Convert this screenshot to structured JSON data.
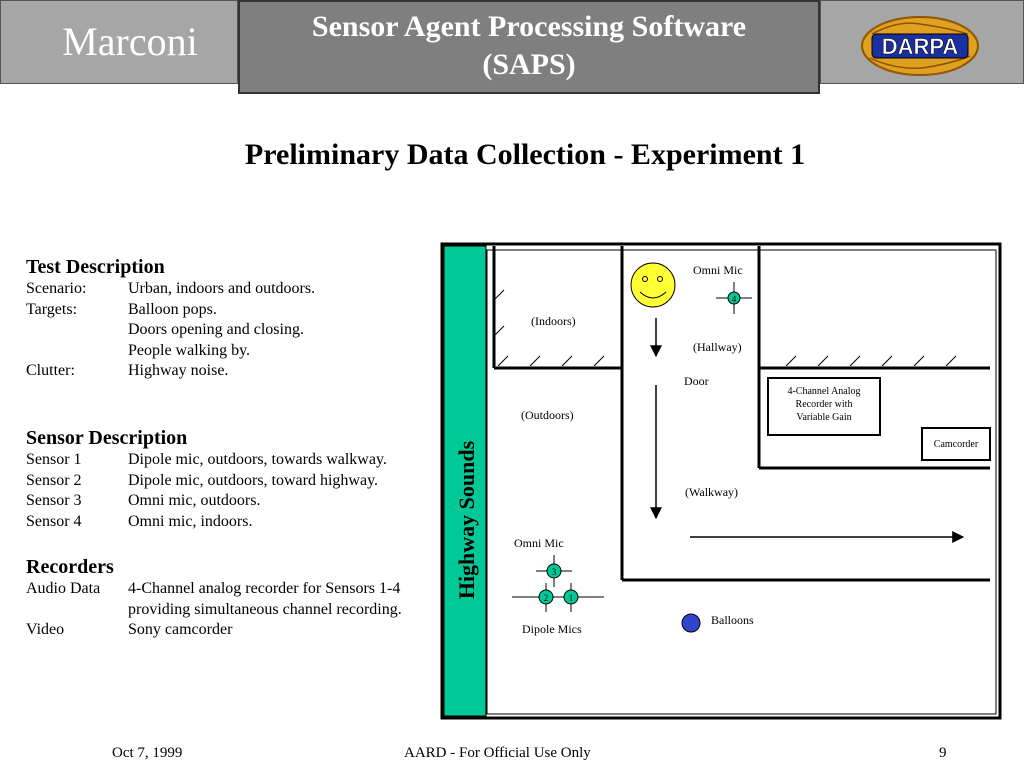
{
  "header": {
    "brand": "Marconi",
    "title_line1": "Sensor Agent Processing Software",
    "title_line2": "(SAPS)",
    "logo_text": "DARPA",
    "colors": {
      "header_side": "#a6a6a6",
      "header_center": "#7f7f7f",
      "highway_strip": "#00c896",
      "balloon": "#3344cc",
      "smiley": "#ffff33"
    }
  },
  "slide_title": "Preliminary Data Collection - Experiment 1",
  "test_description": {
    "title": "Test Description",
    "rows": [
      {
        "label": "Scenario:",
        "value": "Urban, indoors and outdoors."
      },
      {
        "label": "Targets:",
        "value": "Balloon pops."
      },
      {
        "label": "",
        "value": "Doors opening and closing."
      },
      {
        "label": "",
        "value": "People walking by."
      },
      {
        "label": "Clutter:",
        "value": "Highway noise."
      }
    ]
  },
  "sensor_description": {
    "title": "Sensor Description",
    "rows": [
      {
        "label": "Sensor 1",
        "value": "Dipole mic, outdoors, towards walkway."
      },
      {
        "label": "Sensor 2",
        "value": "Dipole mic, outdoors, toward highway."
      },
      {
        "label": "Sensor 3",
        "value": "Omni mic, outdoors."
      },
      {
        "label": "Sensor 4",
        "value": "Omni mic, indoors."
      }
    ]
  },
  "recorders": {
    "title": "Recorders",
    "rows": [
      {
        "label": "Audio Data",
        "value": "4-Channel analog recorder for Sensors 1-4"
      },
      {
        "label": "",
        "value": "providing simultaneous channel recording."
      },
      {
        "label": "Video",
        "value": "Sony camcorder"
      }
    ]
  },
  "diagram": {
    "highway": "Highway Sounds",
    "omni_mic_top": "Omni Mic",
    "indoors": "(Indoors)",
    "hallway": "(Hallway)",
    "door": "Door",
    "outdoors": "(Outdoors)",
    "recorder_line1": "4-Channel Analog",
    "recorder_line2": "Recorder with",
    "recorder_line3": "Variable Gain",
    "camcorder": "Camcorder",
    "walkway": "(Walkway)",
    "omni_mic_bottom": "Omni Mic",
    "dipole_mics": "Dipole Mics",
    "balloons": "Balloons",
    "sensor4": "4",
    "sensor3": "3",
    "sensor2": "2",
    "sensor1": "1"
  },
  "footer": {
    "date": "Oct 7, 1999",
    "classification": "AARD - For Official Use Only",
    "page": "9"
  }
}
